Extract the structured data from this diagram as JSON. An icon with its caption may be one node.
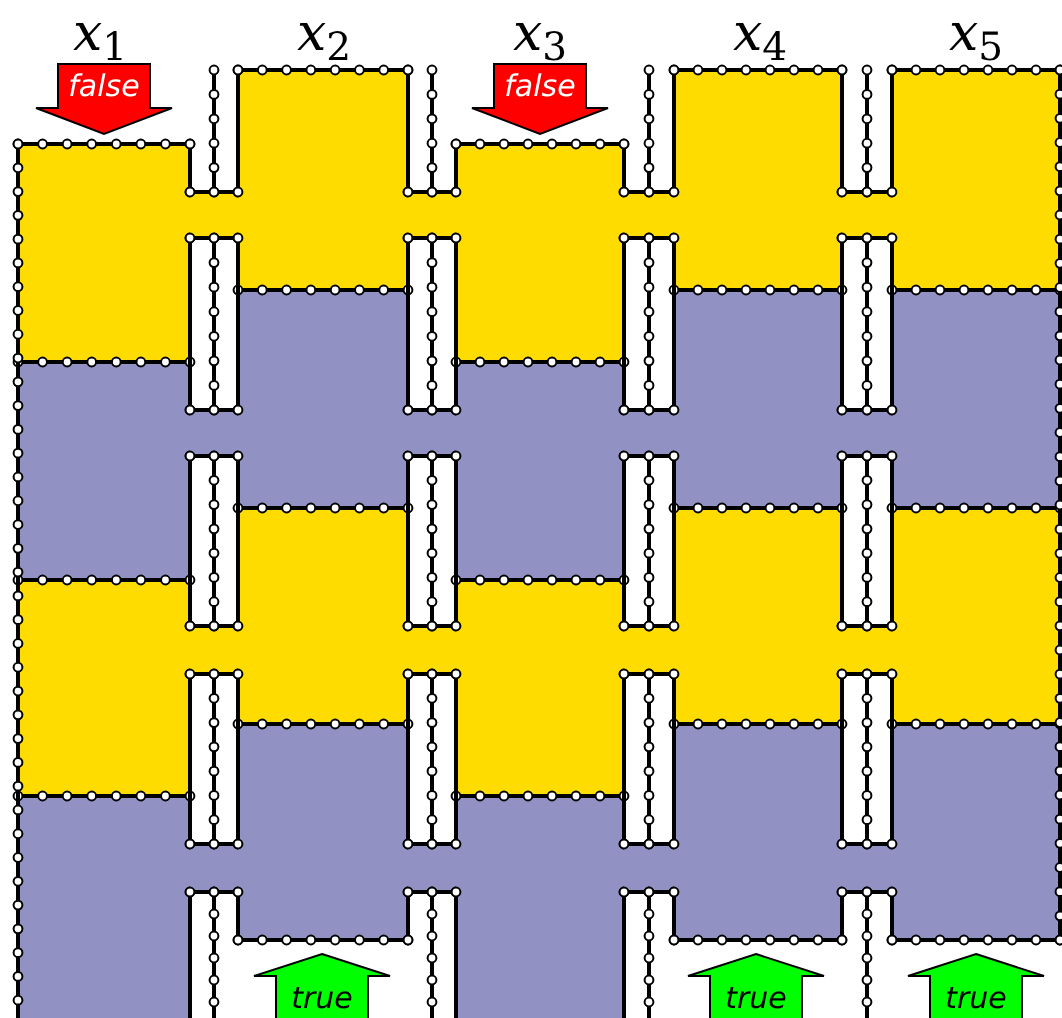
{
  "diagram": {
    "nodes": [
      {
        "text": [
          "false"
        ]
      },
      {
        "text": [
          "false"
        ]
      },
      {
        "text": [
          "true"
        ]
      },
      {
        "text": [
          "true"
        ]
      },
      {
        "text": [
          "true"
        ]
      }
    ],
    "labels": [
      "*x*$_{1}$",
      "*x*$_{2}$",
      "*x*$_{3}$",
      "*x*$_{4}$",
      "*x*$_{5}$"
    ]
  }
}
